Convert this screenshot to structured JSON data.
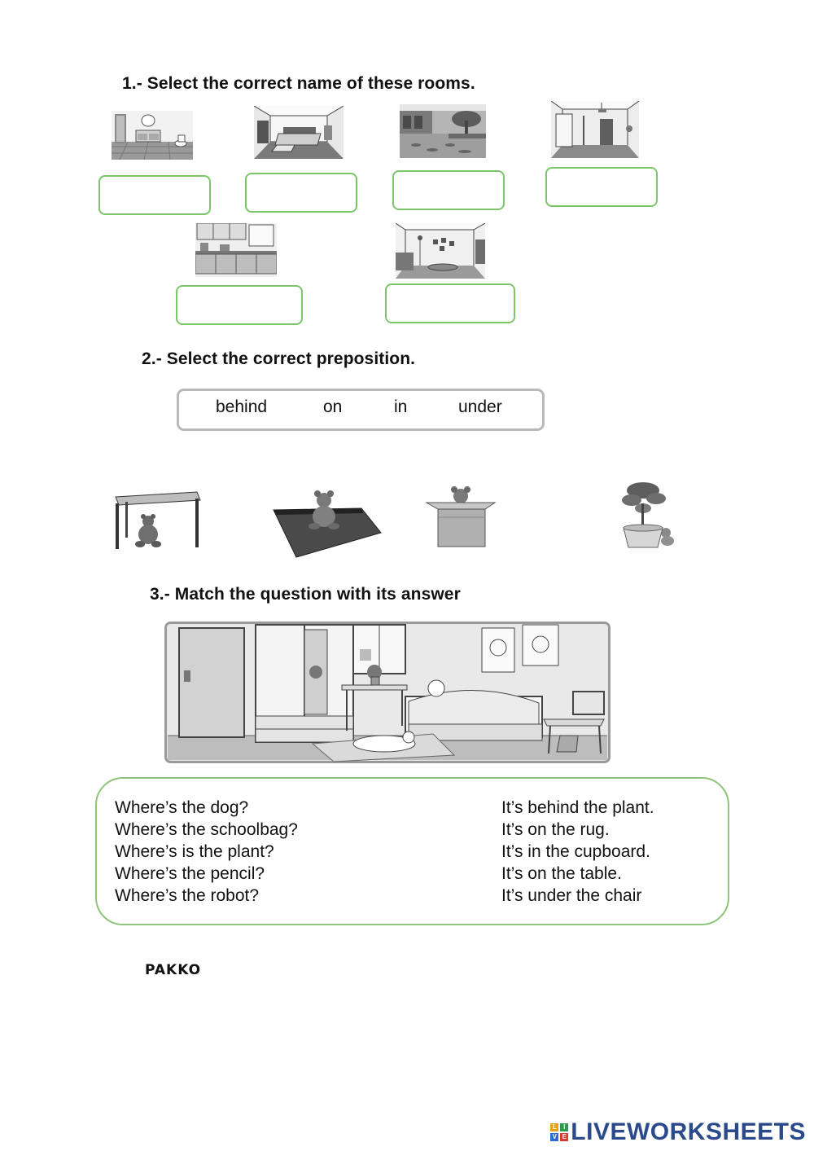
{
  "section1": {
    "heading": "1.- Select the correct name of these rooms."
  },
  "section2": {
    "heading": "2.- Select the correct preposition.",
    "words": [
      "behind",
      "on",
      "in",
      "under"
    ]
  },
  "section3": {
    "heading": "3.- Match the question with its answer",
    "questions": [
      "Where’s the dog?",
      "Where’s the schoolbag?",
      "Where’s is the plant?",
      "Where’s the pencil?",
      "Where’s the robot?"
    ],
    "answers": [
      "It’s behind the plant.",
      "It’s on the rug.",
      "It’s in the cupboard.",
      "It’s on the table.",
      "It’s under the chair"
    ]
  },
  "signature": "PAKKO",
  "footer": {
    "brand": "LIVEWORKSHEETS",
    "logo_letters": [
      "L",
      "I",
      "V",
      "E"
    ]
  },
  "colors": {
    "answer_box_border": "#7cc66a",
    "match_box_border": "#8fc57a",
    "word_bank_border": "#b9b9b9",
    "brand": "#2b4a8b"
  },
  "icons": [
    "bathroom-picture",
    "bedroom-picture",
    "garden-picture",
    "hall-picture",
    "kitchen-picture",
    "living-room-picture",
    "teddy-under-table-picture",
    "teddy-on-rug-picture",
    "teddy-in-box-picture",
    "teddy-behind-plant-picture",
    "bedroom-scene-picture"
  ]
}
